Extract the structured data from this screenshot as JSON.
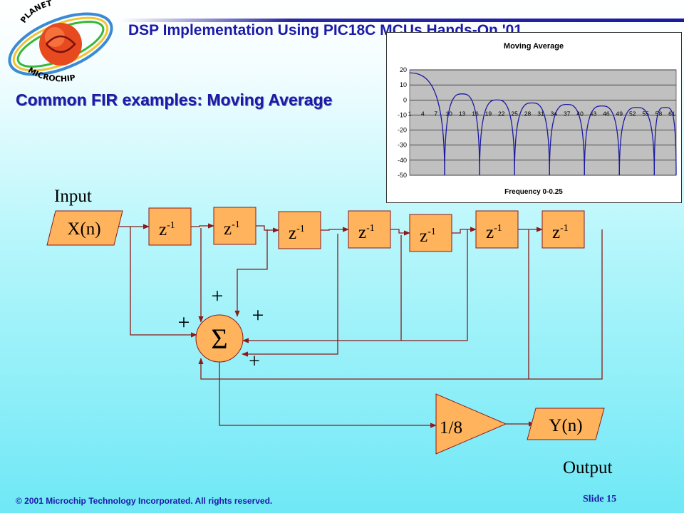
{
  "header": {
    "slide_title": "DSP Implementation Using PIC18C MCUs Hands-On '01",
    "subtitle": "Common FIR examples: Moving Average",
    "logo": {
      "top_text": "PLANET",
      "bottom_text": "MICROCHIP"
    }
  },
  "diagram": {
    "input_label": "Input",
    "input_signal": "X(n)",
    "delay_base": "z",
    "delay_exp": "-1",
    "delay_count": 7,
    "sum_symbol": "Σ",
    "plus_sign": "+",
    "gain": "1/8",
    "output_signal": "Y(n)",
    "output_label": "Output",
    "line_color": "#8b1a1a",
    "box_color": "#ffb35c"
  },
  "chart_data": {
    "type": "line",
    "title": "Moving Average",
    "xlabel": "Frequency 0-0.25",
    "ylabel": "",
    "ylim": [
      -50,
      20
    ],
    "yticks": [
      "20",
      "10",
      "0",
      "-10",
      "-20",
      "-30",
      "-40",
      "-50"
    ],
    "xticks": [
      "1",
      "4",
      "7",
      "10",
      "13",
      "16",
      "19",
      "22",
      "25",
      "28",
      "31",
      "34",
      "37",
      "40",
      "43",
      "46",
      "49",
      "52",
      "55",
      "58",
      "61"
    ],
    "grid": true,
    "series_color": "#1a1aa0",
    "plot_bg": "#c0c0c0",
    "lobes": [
      {
        "x_start": 1,
        "x_end": 9,
        "peak": 18
      },
      {
        "x_start": 9,
        "x_end": 17,
        "peak": 4
      },
      {
        "x_start": 17,
        "x_end": 25,
        "peak": 0
      },
      {
        "x_start": 25,
        "x_end": 33,
        "peak": -2
      },
      {
        "x_start": 33,
        "x_end": 41,
        "peak": -3
      },
      {
        "x_start": 41,
        "x_end": 49,
        "peak": -4
      },
      {
        "x_start": 49,
        "x_end": 57,
        "peak": -5
      },
      {
        "x_start": 57,
        "x_end": 62,
        "peak": -5
      }
    ]
  },
  "footer": {
    "copyright": "© 2001 Microchip Technology Incorporated. All rights reserved.",
    "slide_label": "Slide",
    "slide_number": "15"
  }
}
